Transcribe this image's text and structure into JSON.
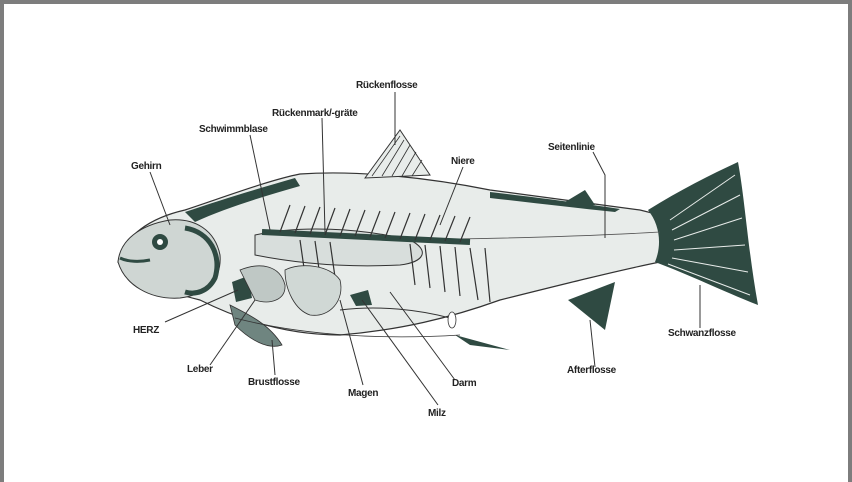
{
  "labels": {
    "gehirn": "Gehirn",
    "schwimmblase": "Schwimmblase",
    "rueckenmark": "Rückenmark/-gräte",
    "rueckenflosse": "Rückenflosse",
    "niere": "Niere",
    "seitenlinie": "Seitenlinie",
    "herz": "HERZ",
    "leber": "Leber",
    "brustflosse": "Brustflosse",
    "magen": "Magen",
    "milz": "Milz",
    "darm": "Darm",
    "afterflosse": "Afterflosse",
    "schwanzflosse": "Schwanzflosse"
  },
  "colors": {
    "dark_green": "#2f4a42",
    "body_fill": "#e8ecea",
    "frame": "#7d7d7d"
  }
}
